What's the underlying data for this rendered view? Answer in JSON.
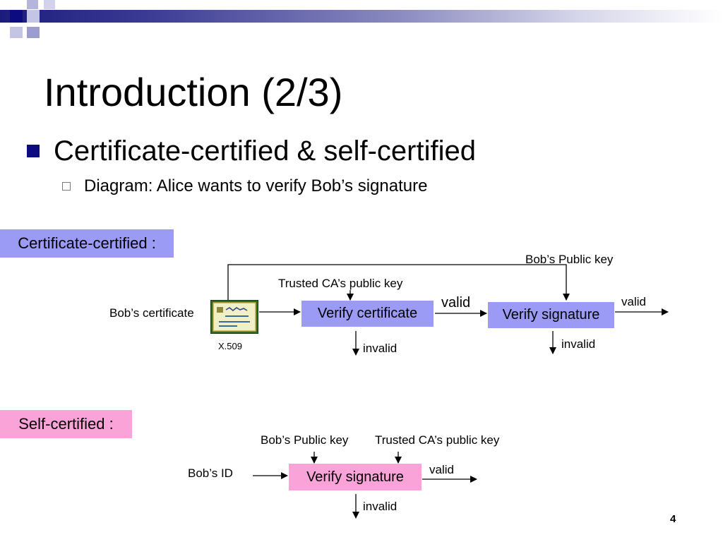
{
  "slide": {
    "title": "Introduction (2/3)",
    "bullet_1": "Certificate-certified & self-certified",
    "bullet_2": "Diagram: Alice wants to verify Bob’s signature",
    "page_number": "4"
  },
  "certificate_certified": {
    "section_label": "Certificate-certified :",
    "bobs_public_key": "Bob’s  Public key",
    "trusted_ca_public_key": "Trusted CA’s public key",
    "bobs_certificate": "Bob’s certificate",
    "certificate_format": "X.509",
    "verify_certificate": "Verify certificate",
    "verify_signature": "Verify signature",
    "valid_between": "valid",
    "valid_output": "valid",
    "invalid_certificate": "invalid",
    "invalid_signature": "invalid"
  },
  "self_certified": {
    "section_label": "Self-certified :",
    "bobs_public_key": "Bob’s Public key",
    "trusted_ca_public_key": "Trusted CA’s public key",
    "bobs_id": "Bob’s ID",
    "verify_signature": "Verify signature",
    "valid_output": "valid",
    "invalid_signature": "invalid"
  },
  "colors": {
    "certificate_certified_fill": "#9b9bf5",
    "self_certified_fill": "#f9a3d8",
    "bullet_navy": "#0c0c80"
  }
}
